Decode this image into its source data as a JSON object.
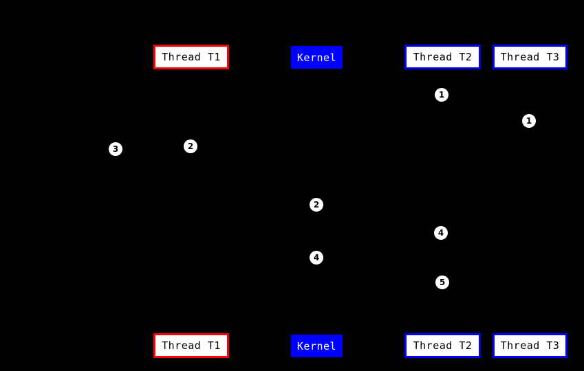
{
  "colors": {
    "background": "#000000",
    "t1_border": "#ff0000",
    "kernel_bg": "#0000ff",
    "kernel_text": "#ffffff",
    "thread_border": "#0000ff",
    "box_bg": "#ffffff",
    "box_text": "#000000",
    "marker_bg": "#ffffff",
    "marker_text": "#000000"
  },
  "top_row": {
    "thread_t1": {
      "label": "Thread T1"
    },
    "kernel": {
      "label": "Kernel"
    },
    "thread_t2": {
      "label": "Thread T2"
    },
    "thread_t3": {
      "label": "Thread T3"
    }
  },
  "bottom_row": {
    "thread_t1": {
      "label": "Thread T1"
    },
    "kernel": {
      "label": "Kernel"
    },
    "thread_t2": {
      "label": "Thread T2"
    },
    "thread_t3": {
      "label": "Thread T3"
    }
  },
  "markers": [
    {
      "label": "1"
    },
    {
      "label": "1"
    },
    {
      "label": "3"
    },
    {
      "label": "2"
    },
    {
      "label": "2"
    },
    {
      "label": "4"
    },
    {
      "label": "4"
    },
    {
      "label": "5"
    }
  ]
}
